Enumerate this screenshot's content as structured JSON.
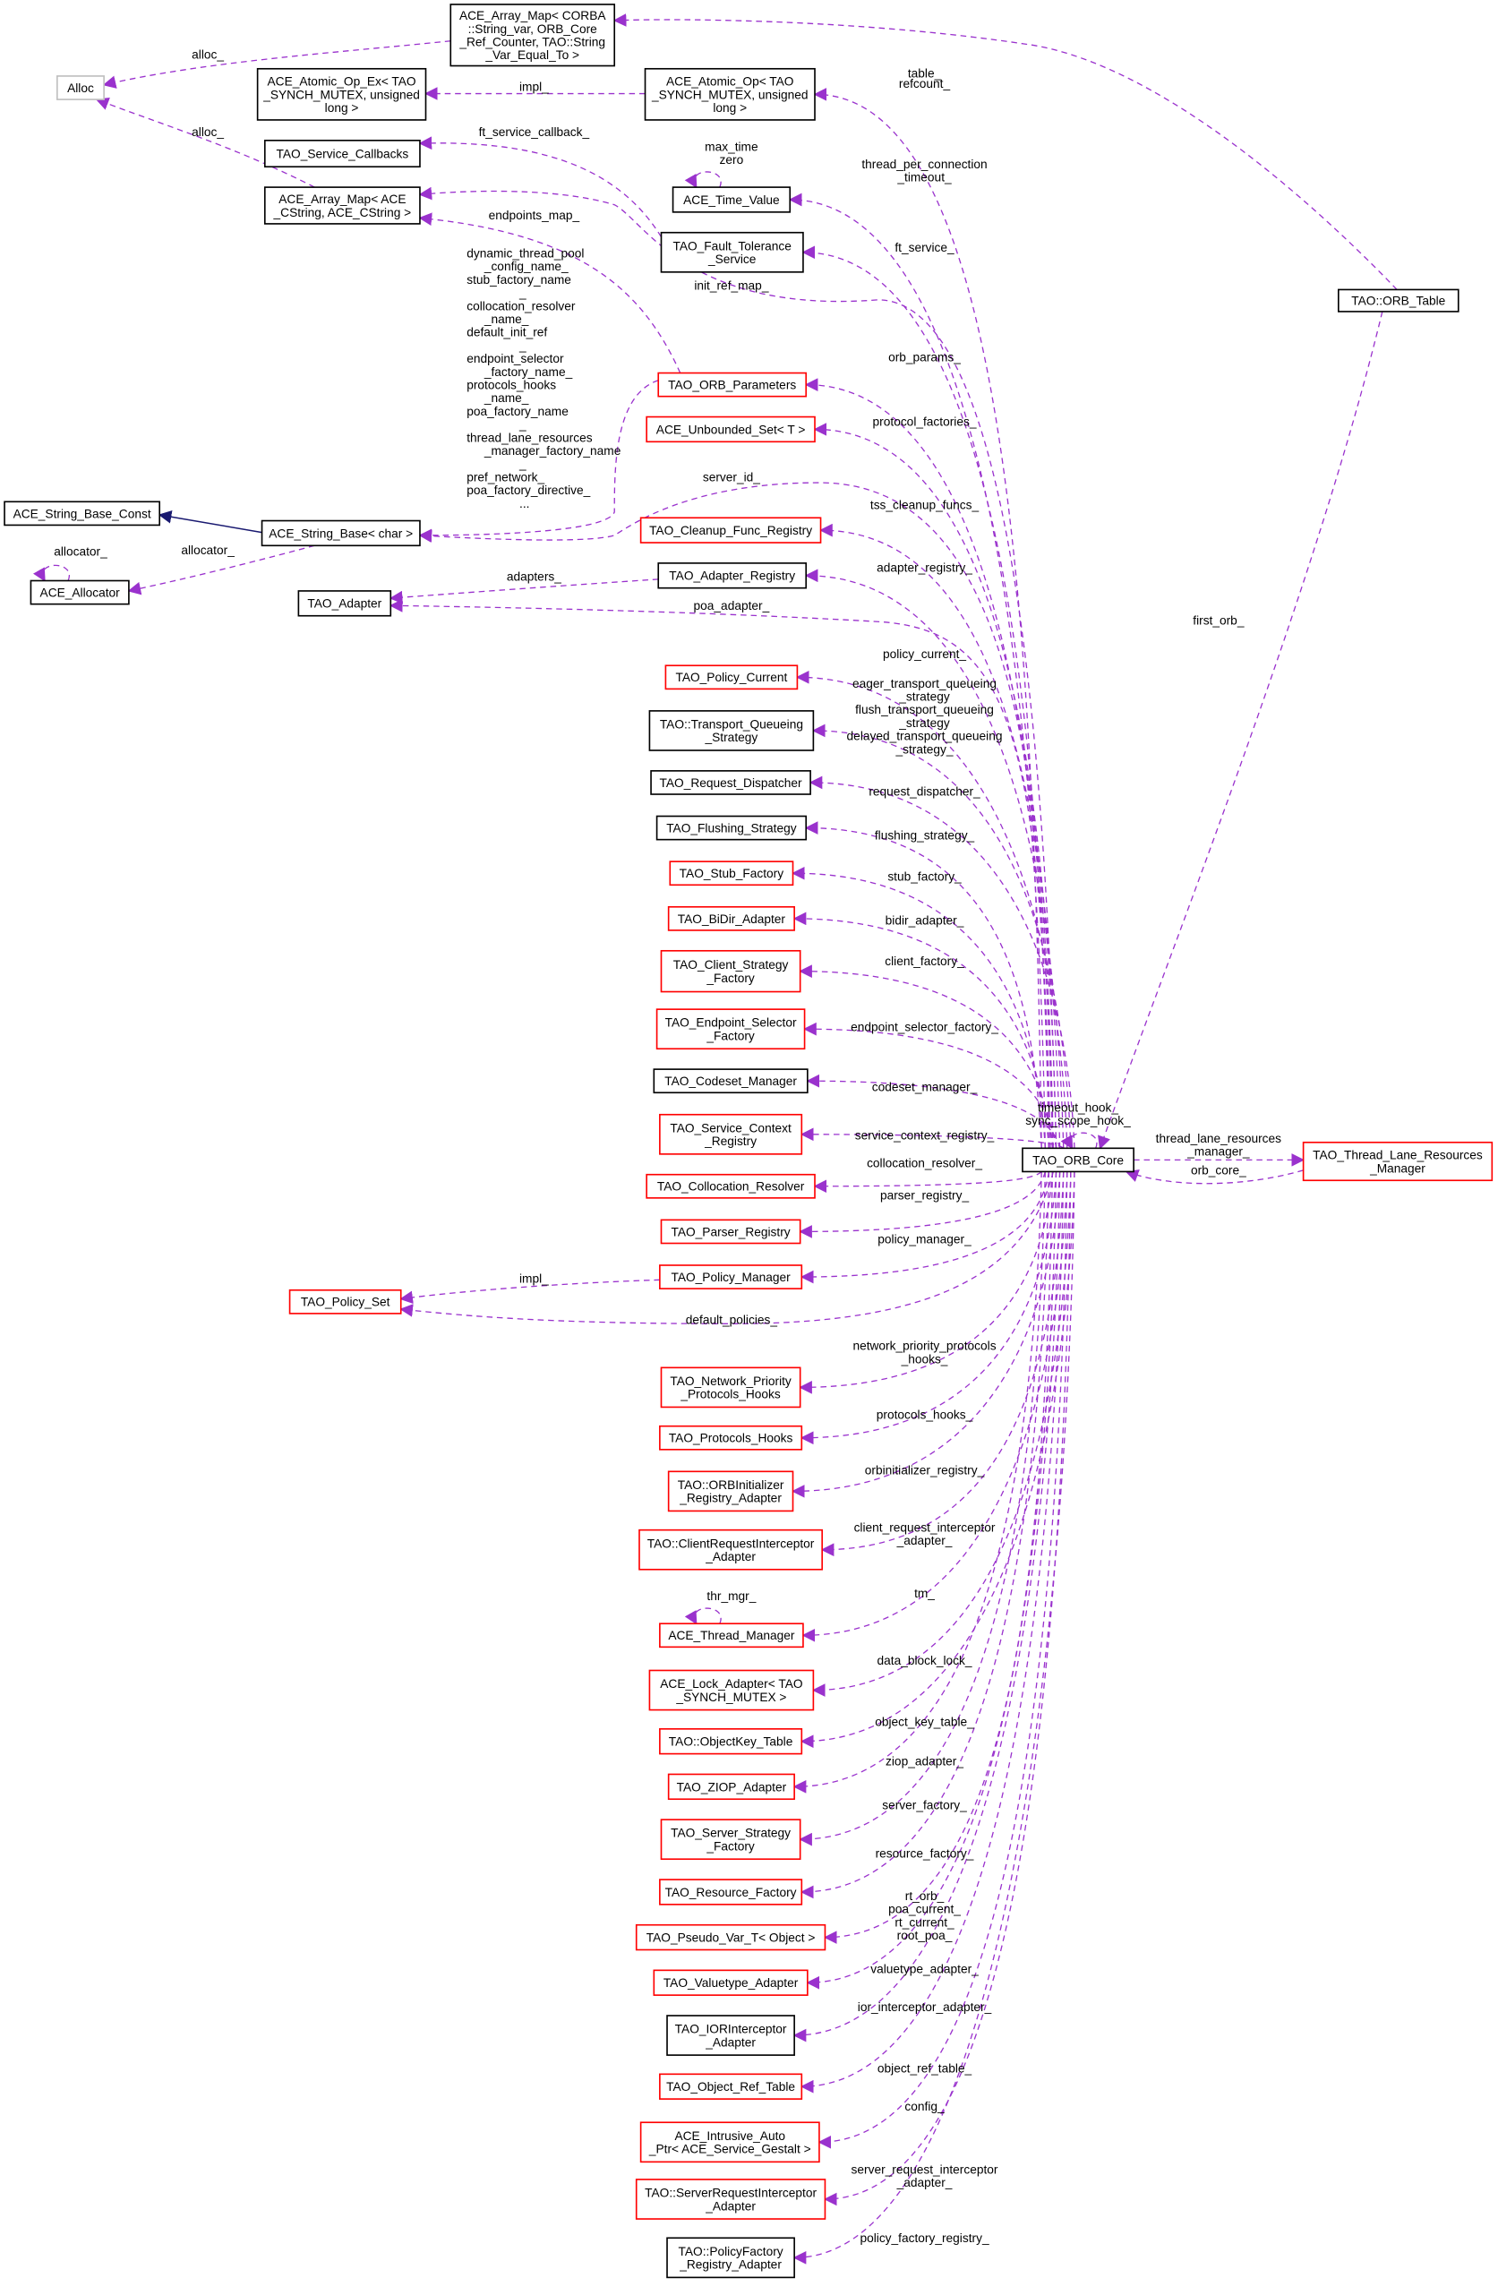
{
  "title": "TAO::ORB_Table collaboration diagram",
  "colors": {
    "edge": "#9a32cd",
    "inherit": "#191970",
    "undocumented": "#ff0000",
    "documented": "#000000",
    "external": "#bfbfbf",
    "focus_fill": "#bfbfbf"
  },
  "nodes": [
    {
      "id": "orb_table",
      "lines": [
        "TAO::ORB_Table"
      ],
      "style": "focus"
    },
    {
      "id": "orb_core",
      "lines": [
        "TAO_ORB_Core"
      ],
      "style": "black"
    },
    {
      "id": "arraymap_corba",
      "lines": [
        "ACE_Array_Map< CORBA",
        "::String_var, ORB_Core",
        "_Ref_Counter, TAO::String",
        "_Var_Equal_To >"
      ],
      "style": "black"
    },
    {
      "id": "alloc",
      "lines": [
        "Alloc"
      ],
      "style": "gray"
    },
    {
      "id": "atomic_ex",
      "lines": [
        "ACE_Atomic_Op_Ex< TAO",
        "_SYNCH_MUTEX, unsigned",
        "long >"
      ],
      "style": "black"
    },
    {
      "id": "atomic",
      "lines": [
        "ACE_Atomic_Op< TAO",
        "_SYNCH_MUTEX, unsigned",
        "long >"
      ],
      "style": "black"
    },
    {
      "id": "service_callbacks",
      "lines": [
        "TAO_Service_Callbacks"
      ],
      "style": "black"
    },
    {
      "id": "time_value",
      "lines": [
        "ACE_Time_Value"
      ],
      "style": "black"
    },
    {
      "id": "arraymap_cstring",
      "lines": [
        "ACE_Array_Map< ACE",
        "_CString, ACE_CString >"
      ],
      "style": "black"
    },
    {
      "id": "fault_tolerance",
      "lines": [
        "TAO_Fault_Tolerance",
        "_Service"
      ],
      "style": "black"
    },
    {
      "id": "orb_parameters",
      "lines": [
        "TAO_ORB_Parameters"
      ],
      "style": "red"
    },
    {
      "id": "unbounded_set",
      "lines": [
        "ACE_Unbounded_Set< T >"
      ],
      "style": "red"
    },
    {
      "id": "string_base_const",
      "lines": [
        "ACE_String_Base_Const"
      ],
      "style": "black"
    },
    {
      "id": "string_base",
      "lines": [
        "ACE_String_Base< char >"
      ],
      "style": "black"
    },
    {
      "id": "allocator",
      "lines": [
        "ACE_Allocator"
      ],
      "style": "black"
    },
    {
      "id": "cleanup_func",
      "lines": [
        "TAO_Cleanup_Func_Registry"
      ],
      "style": "red"
    },
    {
      "id": "adapter_registry",
      "lines": [
        "TAO_Adapter_Registry"
      ],
      "style": "black"
    },
    {
      "id": "adapter",
      "lines": [
        "TAO_Adapter"
      ],
      "style": "black"
    },
    {
      "id": "policy_current",
      "lines": [
        "TAO_Policy_Current"
      ],
      "style": "red"
    },
    {
      "id": "transport_queueing",
      "lines": [
        "TAO::Transport_Queueing",
        "_Strategy"
      ],
      "style": "black"
    },
    {
      "id": "request_dispatcher",
      "lines": [
        "TAO_Request_Dispatcher"
      ],
      "style": "black"
    },
    {
      "id": "flushing_strategy",
      "lines": [
        "TAO_Flushing_Strategy"
      ],
      "style": "black"
    },
    {
      "id": "stub_factory",
      "lines": [
        "TAO_Stub_Factory"
      ],
      "style": "red"
    },
    {
      "id": "bidir_adapter",
      "lines": [
        "TAO_BiDir_Adapter"
      ],
      "style": "red"
    },
    {
      "id": "client_strategy",
      "lines": [
        "TAO_Client_Strategy",
        "_Factory"
      ],
      "style": "red"
    },
    {
      "id": "endpoint_selector",
      "lines": [
        "TAO_Endpoint_Selector",
        "_Factory"
      ],
      "style": "red"
    },
    {
      "id": "codeset_manager",
      "lines": [
        "TAO_Codeset_Manager"
      ],
      "style": "black"
    },
    {
      "id": "service_context",
      "lines": [
        "TAO_Service_Context",
        "_Registry"
      ],
      "style": "red"
    },
    {
      "id": "collocation_resolver",
      "lines": [
        "TAO_Collocation_Resolver"
      ],
      "style": "red"
    },
    {
      "id": "parser_registry",
      "lines": [
        "TAO_Parser_Registry"
      ],
      "style": "red"
    },
    {
      "id": "policy_manager",
      "lines": [
        "TAO_Policy_Manager"
      ],
      "style": "red"
    },
    {
      "id": "policy_set",
      "lines": [
        "TAO_Policy_Set"
      ],
      "style": "red"
    },
    {
      "id": "network_priority",
      "lines": [
        "TAO_Network_Priority",
        "_Protocols_Hooks"
      ],
      "style": "red"
    },
    {
      "id": "protocols_hooks",
      "lines": [
        "TAO_Protocols_Hooks"
      ],
      "style": "red"
    },
    {
      "id": "orbinitializer",
      "lines": [
        "TAO::ORBInitializer",
        "_Registry_Adapter"
      ],
      "style": "red"
    },
    {
      "id": "client_interceptor",
      "lines": [
        "TAO::ClientRequestInterceptor",
        "_Adapter"
      ],
      "style": "red"
    },
    {
      "id": "thread_manager",
      "lines": [
        "ACE_Thread_Manager"
      ],
      "style": "red"
    },
    {
      "id": "lock_adapter",
      "lines": [
        "ACE_Lock_Adapter< TAO",
        "_SYNCH_MUTEX >"
      ],
      "style": "red"
    },
    {
      "id": "objectkey_table",
      "lines": [
        "TAO::ObjectKey_Table"
      ],
      "style": "red"
    },
    {
      "id": "ziop_adapter",
      "lines": [
        "TAO_ZIOP_Adapter"
      ],
      "style": "red"
    },
    {
      "id": "server_strategy",
      "lines": [
        "TAO_Server_Strategy",
        "_Factory"
      ],
      "style": "red"
    },
    {
      "id": "resource_factory",
      "lines": [
        "TAO_Resource_Factory"
      ],
      "style": "red"
    },
    {
      "id": "pseudo_var",
      "lines": [
        "TAO_Pseudo_Var_T< Object >"
      ],
      "style": "red"
    },
    {
      "id": "valuetype_adapter",
      "lines": [
        "TAO_Valuetype_Adapter"
      ],
      "style": "red"
    },
    {
      "id": "iorinterceptor",
      "lines": [
        "TAO_IORInterceptor",
        "_Adapter"
      ],
      "style": "black"
    },
    {
      "id": "object_ref_table",
      "lines": [
        "TAO_Object_Ref_Table"
      ],
      "style": "red"
    },
    {
      "id": "intrusive_ptr",
      "lines": [
        "ACE_Intrusive_Auto",
        "_Ptr< ACE_Service_Gestalt >"
      ],
      "style": "red"
    },
    {
      "id": "server_interceptor",
      "lines": [
        "TAO::ServerRequestInterceptor",
        "_Adapter"
      ],
      "style": "red"
    },
    {
      "id": "policyfactory",
      "lines": [
        "TAO::PolicyFactory",
        "_Registry_Adapter"
      ],
      "style": "black"
    },
    {
      "id": "tlrm",
      "lines": [
        "TAO_Thread_Lane_Resources",
        "_Manager"
      ],
      "style": "red"
    }
  ],
  "edges": [
    {
      "from": "arraymap_corba",
      "to": "alloc",
      "label": [
        "alloc_"
      ]
    },
    {
      "from": "arraymap_cstring",
      "to": "alloc",
      "label": [
        "alloc_"
      ]
    },
    {
      "from": "atomic",
      "to": "atomic_ex",
      "label": [
        "impl_"
      ]
    },
    {
      "from": "orb_table",
      "to": "arraymap_corba",
      "label": [
        "table_"
      ]
    },
    {
      "from": "orb_core",
      "to": "atomic",
      "label": [
        "refcount_"
      ]
    },
    {
      "from": "fault_tolerance",
      "to": "service_callbacks",
      "label": [
        "ft_service_callback_"
      ]
    },
    {
      "from": "time_value",
      "to": "time_value",
      "label": [
        "max_time",
        "zero"
      ]
    },
    {
      "from": "orb_core",
      "to": "time_value",
      "label": [
        "thread_per_connection",
        "_timeout_"
      ]
    },
    {
      "from": "orb_parameters",
      "to": "arraymap_cstring",
      "label": [
        "endpoints_map_"
      ]
    },
    {
      "from": "orb_core",
      "to": "fault_tolerance",
      "label": [
        "ft_service_"
      ]
    },
    {
      "from": "orb_core",
      "to": "arraymap_cstring",
      "label": [
        "init_ref_map_"
      ]
    },
    {
      "from": "orb_parameters",
      "to": "string_base",
      "label": [
        "dynamic_thread_pool",
        "_config_name_",
        "stub_factory_name",
        "_",
        "collocation_resolver",
        "_name_",
        "default_init_ref",
        "_",
        "endpoint_selector",
        "_factory_name_",
        "protocols_hooks",
        "_name_",
        "poa_factory_name",
        "_",
        "thread_lane_resources",
        "_manager_factory_name",
        "_",
        "pref_network_",
        "poa_factory_directive_",
        "..."
      ]
    },
    {
      "from": "orb_core",
      "to": "orb_parameters",
      "label": [
        "orb_params_"
      ]
    },
    {
      "from": "orb_core",
      "to": "unbounded_set",
      "label": [
        "protocol_factories_"
      ]
    },
    {
      "from": "orb_core",
      "to": "string_base",
      "label": [
        "server_id_"
      ]
    },
    {
      "from": "orb_core",
      "to": "cleanup_func",
      "label": [
        "tss_cleanup_funcs_"
      ]
    },
    {
      "from": "string_base",
      "to": "string_base_const",
      "label": [],
      "kind": "inherit"
    },
    {
      "from": "allocator",
      "to": "allocator",
      "label": [
        "allocator_"
      ]
    },
    {
      "from": "string_base",
      "to": "allocator",
      "label": [
        "allocator_"
      ]
    },
    {
      "from": "adapter_registry",
      "to": "adapter",
      "label": [
        "adapters_"
      ]
    },
    {
      "from": "orb_core",
      "to": "adapter_registry",
      "label": [
        "adapter_registry_"
      ]
    },
    {
      "from": "orb_core",
      "to": "adapter",
      "label": [
        "poa_adapter_"
      ]
    },
    {
      "from": "orb_core",
      "to": "policy_current",
      "label": [
        "policy_current_"
      ]
    },
    {
      "from": "orb_core",
      "to": "transport_queueing",
      "label": [
        "eager_transport_queueing",
        "_strategy",
        "flush_transport_queueing",
        "_strategy",
        "delayed_transport_queueing",
        "_strategy_"
      ]
    },
    {
      "from": "orb_core",
      "to": "request_dispatcher",
      "label": [
        "request_dispatcher_"
      ]
    },
    {
      "from": "orb_core",
      "to": "flushing_strategy",
      "label": [
        "flushing_strategy_"
      ]
    },
    {
      "from": "orb_core",
      "to": "stub_factory",
      "label": [
        "stub_factory_"
      ]
    },
    {
      "from": "orb_core",
      "to": "bidir_adapter",
      "label": [
        "bidir_adapter_"
      ]
    },
    {
      "from": "orb_core",
      "to": "client_strategy",
      "label": [
        "client_factory_"
      ]
    },
    {
      "from": "orb_core",
      "to": "endpoint_selector",
      "label": [
        "endpoint_selector_factory_"
      ]
    },
    {
      "from": "orb_core",
      "to": "codeset_manager",
      "label": [
        "codeset_manager_"
      ]
    },
    {
      "from": "orb_core",
      "to": "orb_core",
      "label": [
        "timeout_hook_",
        "sync_scope_hook_"
      ]
    },
    {
      "from": "orb_core",
      "to": "service_context",
      "label": [
        "service_context_registry_"
      ]
    },
    {
      "from": "orb_core",
      "to": "collocation_resolver",
      "label": [
        "collocation_resolver_"
      ]
    },
    {
      "from": "orb_core",
      "to": "parser_registry",
      "label": [
        "parser_registry_"
      ]
    },
    {
      "from": "orb_core",
      "to": "policy_manager",
      "label": [
        "policy_manager_"
      ]
    },
    {
      "from": "policy_manager",
      "to": "policy_set",
      "label": [
        "impl_"
      ]
    },
    {
      "from": "orb_core",
      "to": "policy_set",
      "label": [
        "default_policies_"
      ]
    },
    {
      "from": "orb_core",
      "to": "network_priority",
      "label": [
        "network_priority_protocols",
        "_hooks_"
      ]
    },
    {
      "from": "orb_core",
      "to": "protocols_hooks",
      "label": [
        "protocols_hooks_"
      ]
    },
    {
      "from": "orb_core",
      "to": "orbinitializer",
      "label": [
        "orbinitializer_registry_"
      ]
    },
    {
      "from": "orb_core",
      "to": "client_interceptor",
      "label": [
        "client_request_interceptor",
        "_adapter_"
      ]
    },
    {
      "from": "thread_manager",
      "to": "thread_manager",
      "label": [
        "thr_mgr_"
      ]
    },
    {
      "from": "orb_core",
      "to": "thread_manager",
      "label": [
        "tm_"
      ]
    },
    {
      "from": "orb_core",
      "to": "lock_adapter",
      "label": [
        "data_block_lock_"
      ]
    },
    {
      "from": "orb_core",
      "to": "objectkey_table",
      "label": [
        "object_key_table_"
      ]
    },
    {
      "from": "orb_core",
      "to": "ziop_adapter",
      "label": [
        "ziop_adapter_"
      ]
    },
    {
      "from": "orb_core",
      "to": "server_strategy",
      "label": [
        "server_factory_"
      ]
    },
    {
      "from": "orb_core",
      "to": "resource_factory",
      "label": [
        "resource_factory_"
      ]
    },
    {
      "from": "orb_core",
      "to": "pseudo_var",
      "label": [
        "rt_orb_",
        "poa_current_",
        "rt_current_",
        "root_poa_"
      ]
    },
    {
      "from": "orb_core",
      "to": "valuetype_adapter",
      "label": [
        "valuetype_adapter_"
      ]
    },
    {
      "from": "orb_core",
      "to": "iorinterceptor",
      "label": [
        "ior_interceptor_adapter_"
      ]
    },
    {
      "from": "orb_core",
      "to": "object_ref_table",
      "label": [
        "object_ref_table_"
      ]
    },
    {
      "from": "orb_core",
      "to": "intrusive_ptr",
      "label": [
        "config_"
      ]
    },
    {
      "from": "orb_core",
      "to": "server_interceptor",
      "label": [
        "server_request_interceptor",
        "_adapter_"
      ]
    },
    {
      "from": "orb_core",
      "to": "policyfactory",
      "label": [
        "policy_factory_registry_"
      ]
    },
    {
      "from": "orb_table",
      "to": "orb_core",
      "label": [
        "first_orb_"
      ]
    },
    {
      "from": "orb_core",
      "to": "tlrm",
      "label": [
        "thread_lane_resources",
        "_manager_"
      ]
    },
    {
      "from": "tlrm",
      "to": "orb_core",
      "label": [
        "orb_core_"
      ]
    }
  ]
}
